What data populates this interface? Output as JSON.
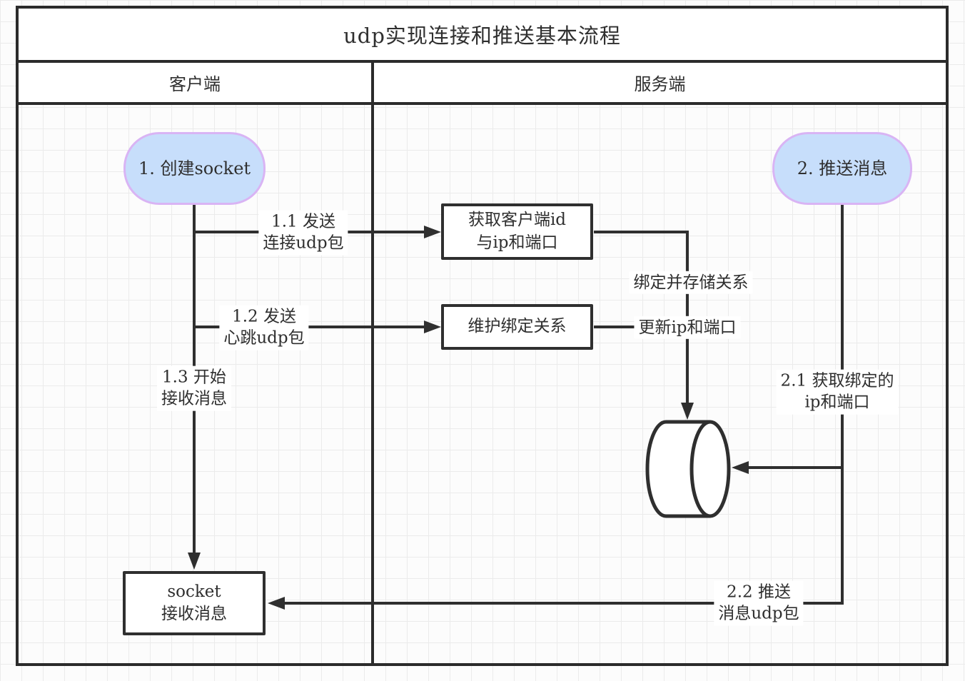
{
  "title": "udp实现连接和推送基本流程",
  "lanes": {
    "client": "客户端",
    "server": "服务端"
  },
  "nodes": {
    "create_socket": {
      "label": "1. 创建socket",
      "type": "rounded"
    },
    "push_message": {
      "label": "2. 推送消息",
      "type": "rounded"
    },
    "get_client": {
      "label": "获取客户端id\n与ip和端口",
      "type": "process"
    },
    "maintain_binding": {
      "label": "维护绑定关系",
      "type": "process"
    },
    "socket_receive": {
      "label": "socket\n接收消息",
      "type": "process"
    },
    "datastore": {
      "label": "",
      "type": "cylinder"
    }
  },
  "edges": {
    "send_connect": "1.1 发送\n连接udp包",
    "send_heartbeat": "1.2 发送\n心跳udp包",
    "start_receive": "1.3 开始\n接收消息",
    "bind_store": "绑定并存储关系",
    "update_ip": "更新ip和端口",
    "get_binding": "2.1 获取绑定的\nip和端口",
    "push_udp": "2.2 推送\n消息udp包"
  },
  "colors": {
    "node_fill": "#c7defb",
    "node_border": "#d9b4f4",
    "line": "#2f2f2f",
    "frame": "#2b2b2b",
    "grid": "#ebebeb",
    "label_bg": "#ffffff"
  }
}
